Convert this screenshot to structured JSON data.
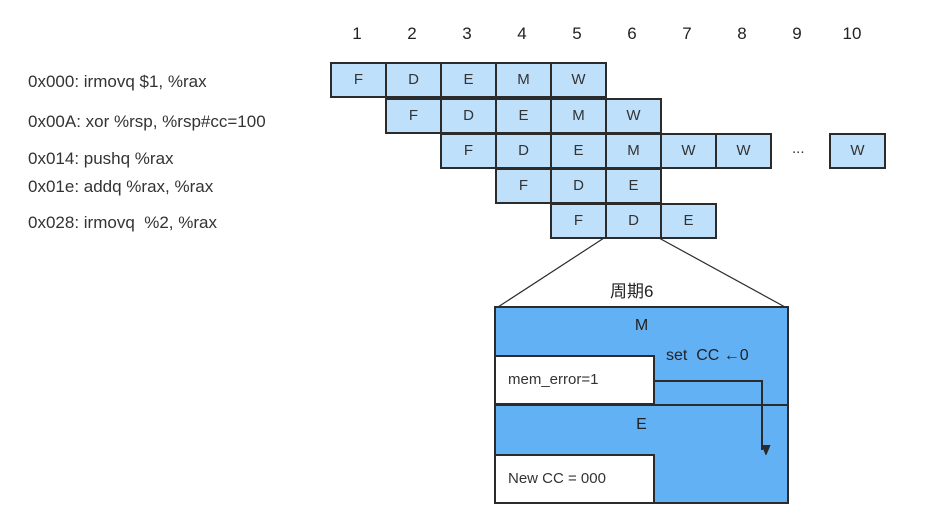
{
  "cycles": [
    "1",
    "2",
    "3",
    "4",
    "5",
    "6",
    "7",
    "8",
    "9",
    "10"
  ],
  "instructions": [
    {
      "text": "0x000: irmovq $1, %rax",
      "stages": [
        "F",
        "D",
        "E",
        "M",
        "W"
      ],
      "start": 1
    },
    {
      "text": "0x00A: xor %rsp, %rsp#cc=100",
      "stages": [
        "F",
        "D",
        "E",
        "M",
        "W"
      ],
      "start": 2
    },
    {
      "text": "0x014: pushq %rax",
      "stages": [
        "F",
        "D",
        "E",
        "M",
        "W",
        "W"
      ],
      "start": 3
    },
    {
      "text": "0x01e: addq %rax, %rax",
      "stages": [
        "F",
        "D",
        "E"
      ],
      "start": 4
    },
    {
      "text": "0x028: irmovq  %2, %rax",
      "stages": [
        "F",
        "D",
        "E"
      ],
      "start": 5
    }
  ],
  "ellipsis": "...",
  "last_w": "W",
  "detail": {
    "title": "周期6",
    "m_label": "M",
    "mem_error": "mem_error=1",
    "set_cc": "set  CC ←0",
    "e_label": "E",
    "new_cc": "New CC = 000"
  },
  "colors": {
    "cell_fill": "#bfe0fb",
    "detail_fill": "#63b1f5",
    "border": "#2b2b2b"
  }
}
